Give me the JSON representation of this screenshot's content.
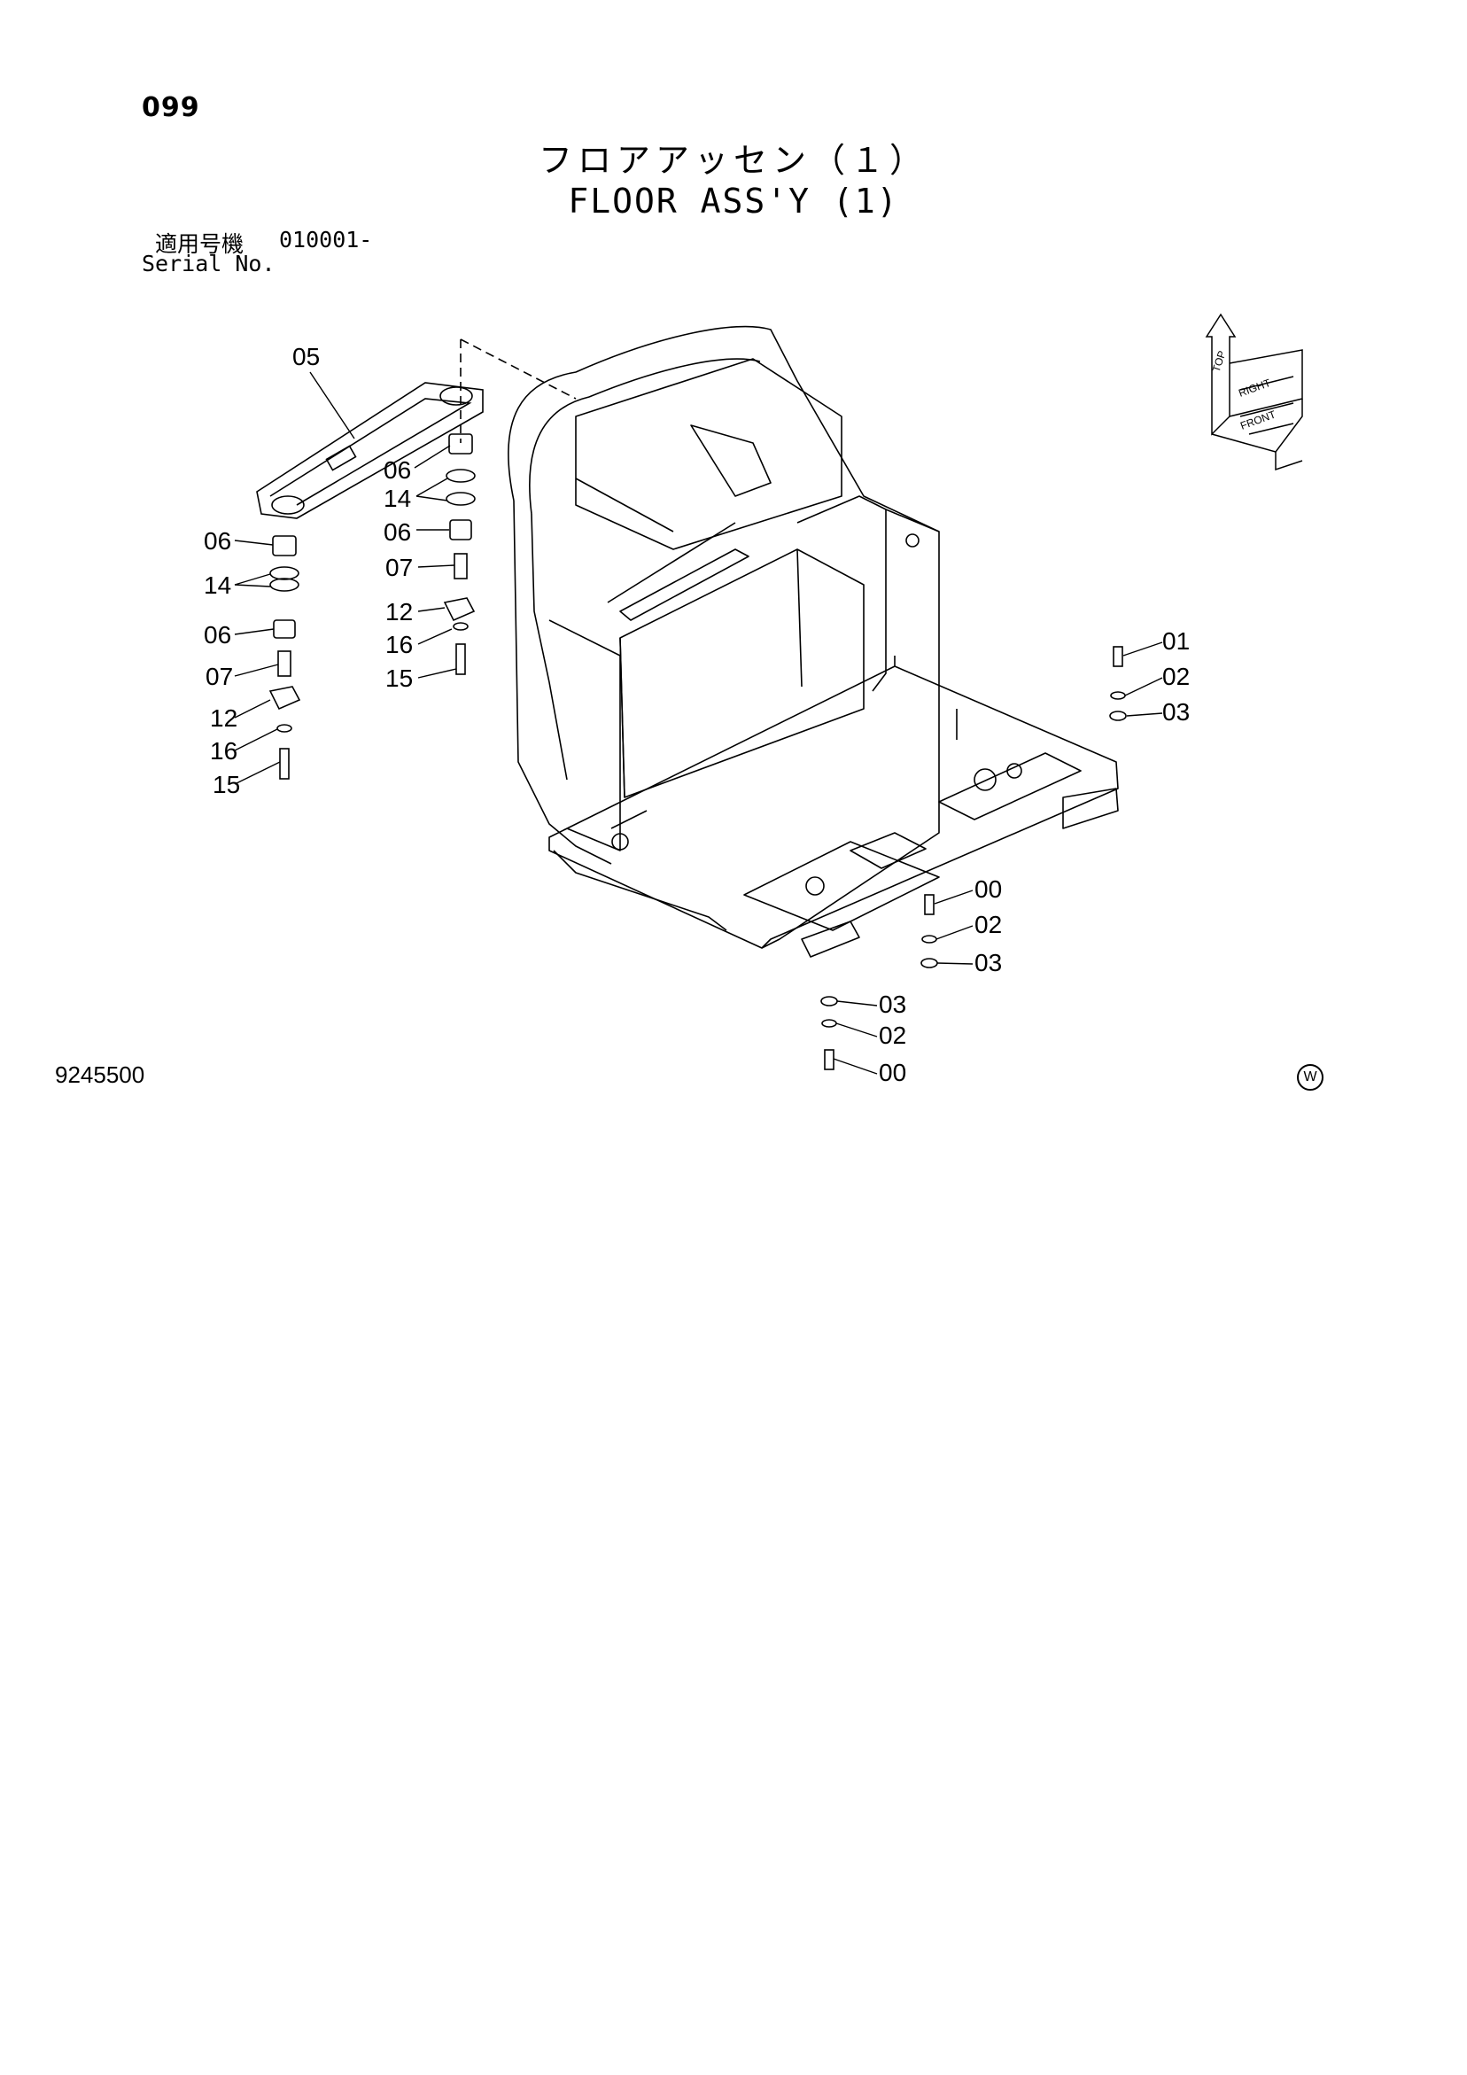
{
  "page": {
    "number": "099"
  },
  "title": {
    "ja": "フロアアッセン（１）",
    "en": "FLOOR ASS'Y (1)"
  },
  "serial": {
    "label_ja": "適用号機",
    "value": "010001-",
    "label_en": "Serial No."
  },
  "orientation_glyph": {
    "labels": [
      "TOP",
      "RIGHT",
      "FRONT"
    ]
  },
  "callouts": [
    {
      "label": "05"
    },
    {
      "label": "06"
    },
    {
      "label": "14"
    },
    {
      "label": "06"
    },
    {
      "label": "07"
    },
    {
      "label": "12"
    },
    {
      "label": "16"
    },
    {
      "label": "15"
    },
    {
      "label": "06"
    },
    {
      "label": "14"
    },
    {
      "label": "06"
    },
    {
      "label": "07"
    },
    {
      "label": "12"
    },
    {
      "label": "16"
    },
    {
      "label": "15"
    },
    {
      "label": "01"
    },
    {
      "label": "02"
    },
    {
      "label": "03"
    },
    {
      "label": "00"
    },
    {
      "label": "02"
    },
    {
      "label": "03"
    },
    {
      "label": "03"
    },
    {
      "label": "02"
    },
    {
      "label": "00"
    }
  ],
  "footer": {
    "figure_number": "9245500",
    "mark": "W"
  }
}
